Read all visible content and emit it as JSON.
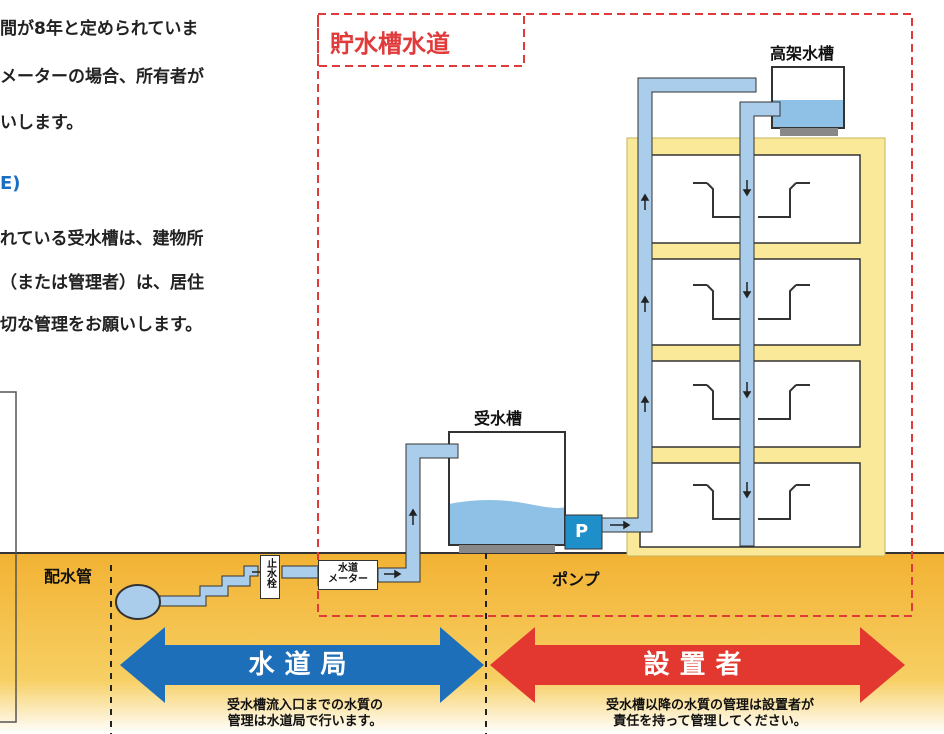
{
  "left_panel": {
    "line1": "間が8年と定められていま",
    "line2": "メーターの場合、所有者が",
    "line3": "いします。",
    "heading": "E)",
    "line4": "れている受水槽は、建物所",
    "line5": "（または管理者）は、居住",
    "line6": "切な管理をお願いします。"
  },
  "diagram": {
    "system_title": "貯水槽水道",
    "elevated_tank": "高架水槽",
    "receiving_tank": "受水槽",
    "distribution_pipe": "配水管",
    "stop_valve": "止水栓",
    "water_meter_line1": "水道",
    "water_meter_line2": "メーター",
    "pump_label": "ポンプ",
    "pump_symbol": "P"
  },
  "responsibility": {
    "bureau": {
      "title": "水道局",
      "caption_line1": "受水槽流入口までの水質の",
      "caption_line2": "管理は水道局で行います。",
      "color": "#1e6fba"
    },
    "installer": {
      "title": "設置者",
      "caption_line1": "受水槽以降の水質の管理は設置者が",
      "caption_line2": "責任を持って管理してください。",
      "color": "#e2382f"
    }
  },
  "colors": {
    "ground": "#f2b233",
    "building": "#fbe99a",
    "pipe": "#a9cdea",
    "water": "#8fc0e6",
    "dashed_border": "#e03a3a",
    "pump": "#1f8fc9"
  }
}
